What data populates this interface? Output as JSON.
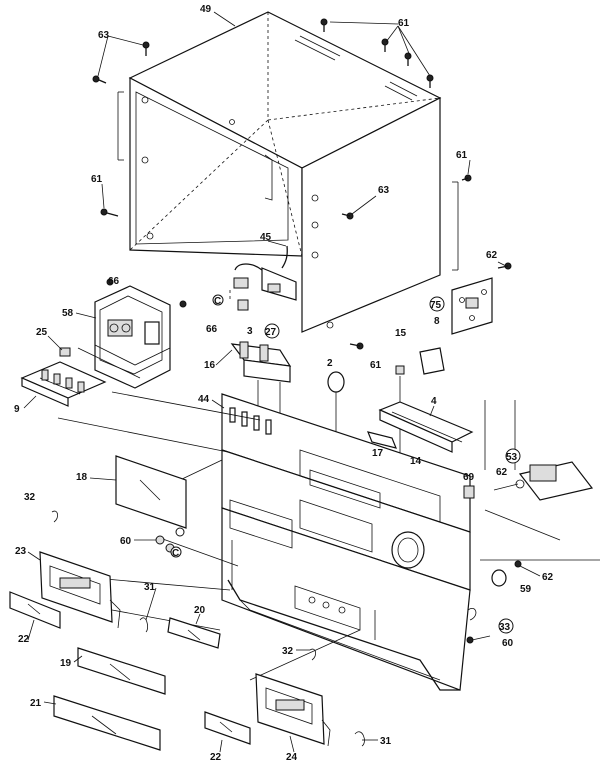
{
  "parts": {
    "p49": "49",
    "p63a": "63",
    "p61a": "61",
    "p61b": "61",
    "p61c": "61",
    "p61d": "61",
    "p63b": "63",
    "p45": "45",
    "p62a": "62",
    "p66a": "66",
    "p66b": "66",
    "p58": "58",
    "p25": "25",
    "p9": "9",
    "pC1": "C",
    "p3": "3",
    "p27": "27",
    "p75": "75",
    "p15": "15",
    "p8": "8",
    "p16": "16",
    "p2": "2",
    "p4": "4",
    "p44": "44",
    "p18": "18",
    "p17": "17",
    "p14": "14",
    "p53": "53",
    "p69": "69",
    "p62b": "62",
    "p32a": "32",
    "p60a": "60",
    "pC2": "C",
    "p23": "23",
    "p31a": "31",
    "p20": "20",
    "p22a": "22",
    "p19": "19",
    "p62c": "62",
    "p59": "59",
    "p33": "33",
    "p60b": "60",
    "p32b": "32",
    "p21": "21",
    "p22b": "22",
    "p24": "24",
    "p31b": "31"
  }
}
